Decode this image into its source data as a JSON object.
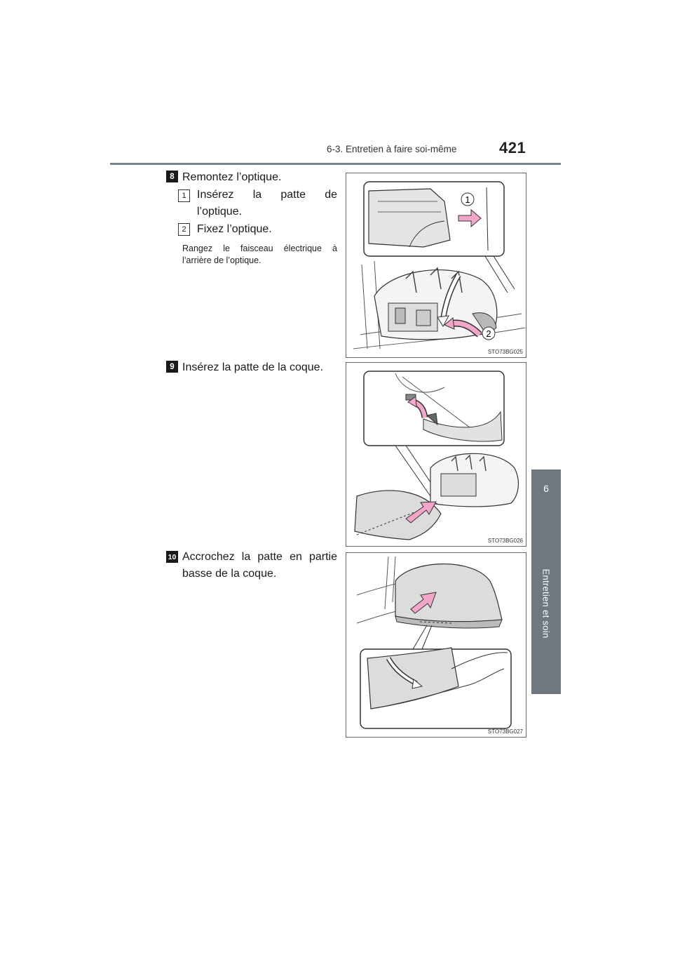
{
  "header": {
    "section": "6-3. Entretien à faire soi-même",
    "page_number": "421"
  },
  "side_tab": {
    "chapter_number": "6",
    "chapter_title": "Entretien et soin"
  },
  "steps": [
    {
      "number": "8",
      "text": "Remontez l’optique.",
      "substeps": [
        {
          "number": "1",
          "text_line1": "Insérez la patte de",
          "text_line2": "l’optique."
        },
        {
          "number": "2",
          "text": "Fixez l’optique."
        }
      ],
      "note_line1": "Rangez le faisceau électrique à",
      "note_line2": "l’arrière de l’optique.",
      "figure_code": "STO73BG025",
      "callouts": [
        "1",
        "2"
      ]
    },
    {
      "number": "9",
      "text": "Insérez la patte de la coque.",
      "figure_code": "STO73BG026"
    },
    {
      "number": "10",
      "text_line1": "Accrochez la patte en partie",
      "text_line2": "basse de la coque.",
      "figure_code": "STO73BG027"
    }
  ],
  "colors": {
    "accent_arrow": "#f3a6c8",
    "tab_gray": "#6f787e",
    "rule_gray": "#7a8389"
  }
}
